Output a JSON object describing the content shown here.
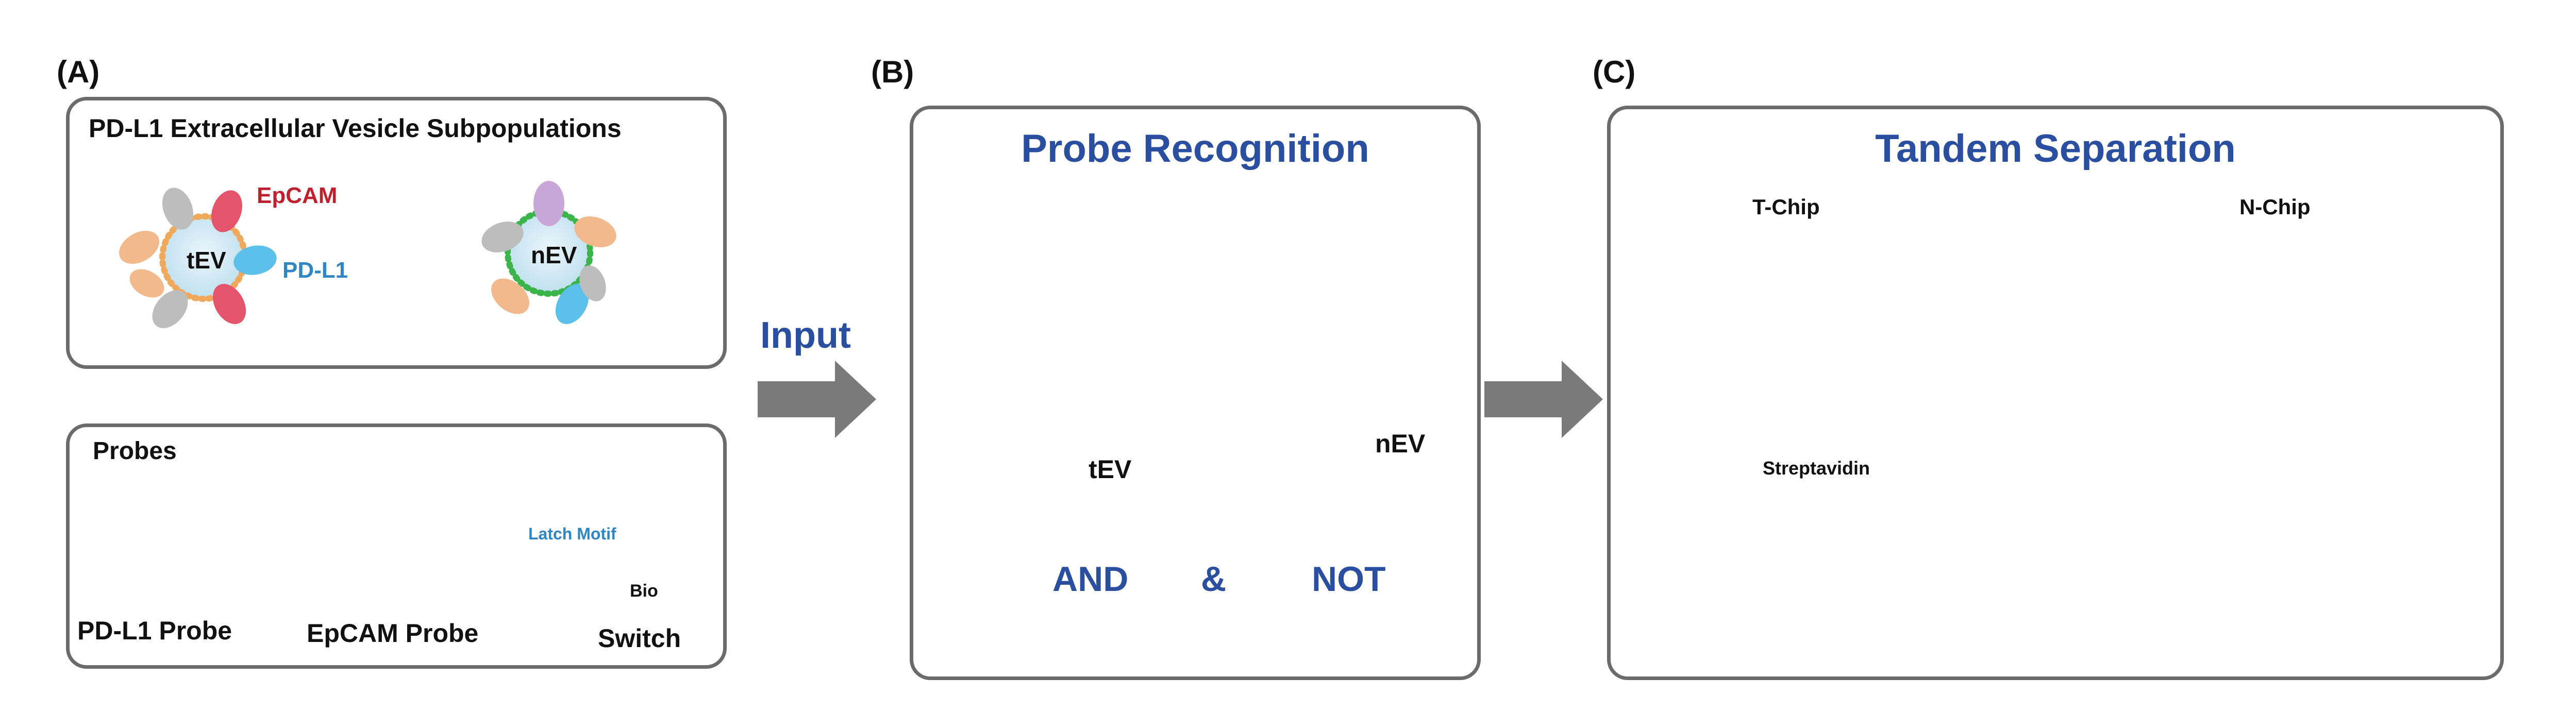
{
  "panel_a": {
    "letter": "(A)",
    "subpop_title": "PD-L1 Extracellular Vesicle Subpopulations",
    "tev_label": "tEV",
    "nev_label": "nEV",
    "epcam_label": "EpCAM",
    "pdl1_label": "PD-L1",
    "probes_title": "Probes",
    "pdl1_probe": "PD-L1 Probe",
    "epcam_probe": "EpCAM Probe",
    "switch": "Switch",
    "latch_motif": "Latch Motif",
    "bio": "Bio"
  },
  "input_label": "Input",
  "panel_b": {
    "letter": "(B)",
    "title": "Probe Recognition",
    "tev_label": "tEV",
    "nev_label": "nEV",
    "and_label": "AND",
    "amp_label": "&",
    "not_label": "NOT"
  },
  "panel_c": {
    "letter": "(C)",
    "title": "Tandem Separation",
    "tchip": "T-Chip",
    "nchip": "N-Chip",
    "streptavidin": "Streptavidin"
  },
  "colors": {
    "blue_text": "#2a4fa0",
    "epcam_red": "#c0202e",
    "pdl1_blue": "#2f86c4",
    "arrow_gray": "#7a7a7a",
    "tchip_fill": "#a9d8ef",
    "nchip_fill": "#9fd8bf"
  }
}
